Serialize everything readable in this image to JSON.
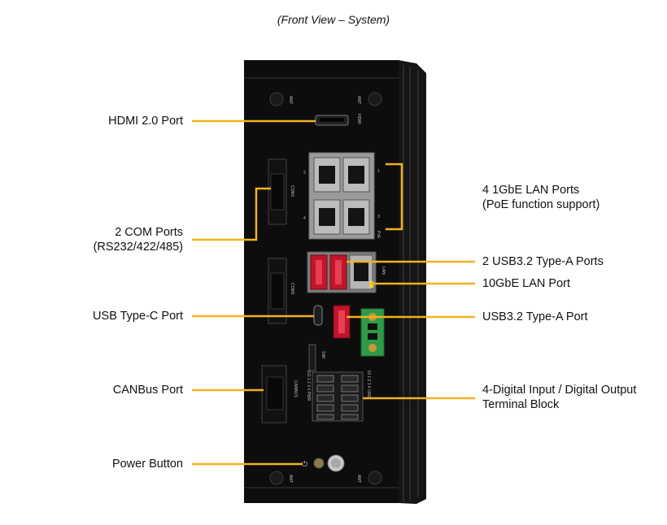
{
  "caption": "(Front View – System)",
  "colors": {
    "leader": "#f2b21b",
    "chassis": "#0d0d0d",
    "usb_port": "#c2152b",
    "terminal_green": "#2f9b48"
  },
  "device_markings": {
    "ant": "ANT",
    "hdmi": "HDMI",
    "com1": "COM1",
    "com2": "COM2",
    "lan": "LAN",
    "poe": "PoE",
    "sim": "SIM",
    "canbus": "CANBUS",
    "dio_left": "DO 1 2 3 4 PWR",
    "dio_right": "DI 1 2 3 4 GND",
    "port_1": "1",
    "port_2": "2",
    "port_3": "3",
    "port_4": "4"
  },
  "callouts": {
    "hdmi": {
      "lines": [
        "HDMI 2.0 Port"
      ]
    },
    "com": {
      "lines": [
        "2 COM Ports",
        "(RS232/422/485)"
      ]
    },
    "usb_c": {
      "lines": [
        "USB Type-C Port"
      ]
    },
    "canbus": {
      "lines": [
        "CANBus Port"
      ]
    },
    "power": {
      "lines": [
        "Power Button"
      ]
    },
    "lan4": {
      "lines": [
        "4 1GbE LAN Ports",
        "(PoE function support)"
      ]
    },
    "usb2": {
      "lines": [
        "2 USB3.2 Type-A Ports"
      ]
    },
    "lan10": {
      "lines": [
        "10GbE LAN Port"
      ]
    },
    "usb1": {
      "lines": [
        "USB3.2 Type-A Port"
      ]
    },
    "dio": {
      "lines": [
        "4-Digital Input / Digital Output",
        "Terminal Block"
      ]
    }
  }
}
